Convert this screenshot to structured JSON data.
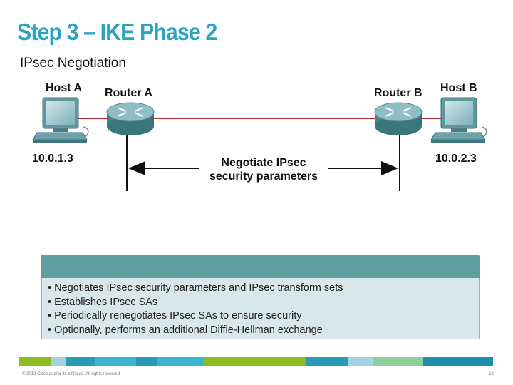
{
  "title": "Step 3 – IKE Phase 2",
  "subtitle": "IPsec Negotiation",
  "diagram": {
    "host_a": {
      "name": "Host A",
      "ip": "10.0.1.3"
    },
    "router_a": {
      "name": "Router A"
    },
    "router_b": {
      "name": "Router B"
    },
    "host_b": {
      "name": "Host B",
      "ip": "10.0.2.3"
    },
    "arrow_label_line1": "Negotiate IPsec",
    "arrow_label_line2": "security parameters",
    "link_color": "#c0282b"
  },
  "panel": {
    "bullets": [
      "Negotiates IPsec security parameters and IPsec transform sets",
      "Establishes IPsec SAs",
      "Periodically renegotiates IPsec SAs to ensure security",
      "Optionally, performs an additional Diffie-Hellman exchange"
    ]
  },
  "colorbar": [
    "#8dbb1e",
    "#a6d1e0",
    "#2a9bb4",
    "#3ab7cf",
    "#2a9bb4",
    "#3ab7cf",
    "#8dbb1e",
    "#8dbb1e",
    "#2a9bb4",
    "#a6d1e0",
    "#8fcf9b",
    "#1d8fa6"
  ],
  "footer": {
    "copyright": "© 2012 Cisco and/or its affiliates. All rights reserved.",
    "page": "52"
  }
}
